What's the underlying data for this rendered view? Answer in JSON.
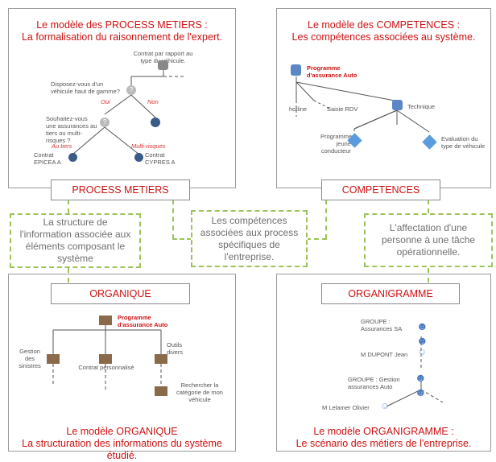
{
  "process": {
    "title1": "Le modèle des PROCESS METIERS :",
    "title2": "La formalisation du raisonnement de l'expert.",
    "top": "Contrat par rapport au type du véhicule.",
    "q1": "Disposez-vous d'un véhicule haut de gamme?",
    "oui": "Oui",
    "non": "Non",
    "q2": "Souhaitez-vous une assurances au tiers ou multi-risques ?",
    "tiers": "Au tiers",
    "multi": "Multi-risques",
    "leaf1": "Contrat EPICEA A",
    "leaf2": "Contrat CYPRES A",
    "band": "PROCESS METIERS"
  },
  "competences": {
    "title1": "Le modèle des COMPETENCES :",
    "title2": "Les compétences associées au système.",
    "root": "Programme d'assurance Auto",
    "hotline": "hotline",
    "saisie": "Saisie RDV",
    "technique": "Technique",
    "jeune": "Programme jeune conducteur",
    "eval": "Evaluation du type de véhicule",
    "band": "COMPETENCES"
  },
  "middle": {
    "left": "La structure de l'information associée aux éléments composant le système",
    "center": "Les compétences associées aux process spécifiques de l'entreprise.",
    "right": "L'affectation d'une personne à une tâche opérationnelle."
  },
  "organique": {
    "band": "ORGANIQUE",
    "root": "Programme d'assurance Auto",
    "gestion": "Gestion des sinistres",
    "contrat": "Contrat personnalisé",
    "outils": "Outils divers",
    "recherche": "Rechercher la catégorie de mon véhicule",
    "title1": "Le modèle ORGANIQUE",
    "title2": "La structuration des informations du système étudié."
  },
  "organigramme": {
    "band": "ORGANIGRAMME",
    "g1": "GROUPE : Assurances SA",
    "p1": "M DUPONT Jean",
    "g2": "GROUPE : Gestion assurances Auto",
    "p2": "M Lelamer Olivier",
    "title1": "Le modèle ORGANIGRAMME :",
    "title2": "Le scénario des métiers de l'entreprise."
  },
  "colors": {
    "title_red": "#cc1111",
    "dashed_green": "#9cc45a",
    "border_gray": "#9a9a9a"
  }
}
